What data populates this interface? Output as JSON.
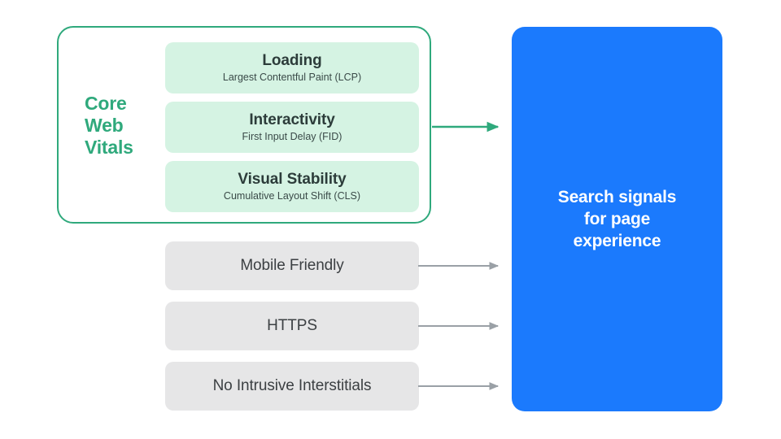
{
  "diagram": {
    "title": "Search signals for page experience",
    "colors": {
      "green_accent": "#2FA97C",
      "green_card_bg": "#D5F3E3",
      "gray_card_bg": "#E6E6E7",
      "blue_box": "#1B7AFD",
      "gray_arrow": "#9AA0A6",
      "dark_text": "#3C4043"
    }
  },
  "core_web_vitals": {
    "group_label": "Core\nWeb\nVitals",
    "group_label_lines": [
      "Core",
      "Web",
      "Vitals"
    ],
    "vitals": [
      {
        "title": "Loading",
        "subtitle": "Largest Contentful Paint (LCP)"
      },
      {
        "title": "Interactivity",
        "subtitle": "First Input Delay (FID)"
      },
      {
        "title": "Visual Stability",
        "subtitle": "Cumulative Layout Shift (CLS)"
      }
    ]
  },
  "other_signals": [
    {
      "label": "Mobile Friendly"
    },
    {
      "label": "HTTPS"
    },
    {
      "label": "No Intrusive Interstitials"
    }
  ],
  "destination": {
    "label": "Search signals\nfor page\nexperience"
  }
}
